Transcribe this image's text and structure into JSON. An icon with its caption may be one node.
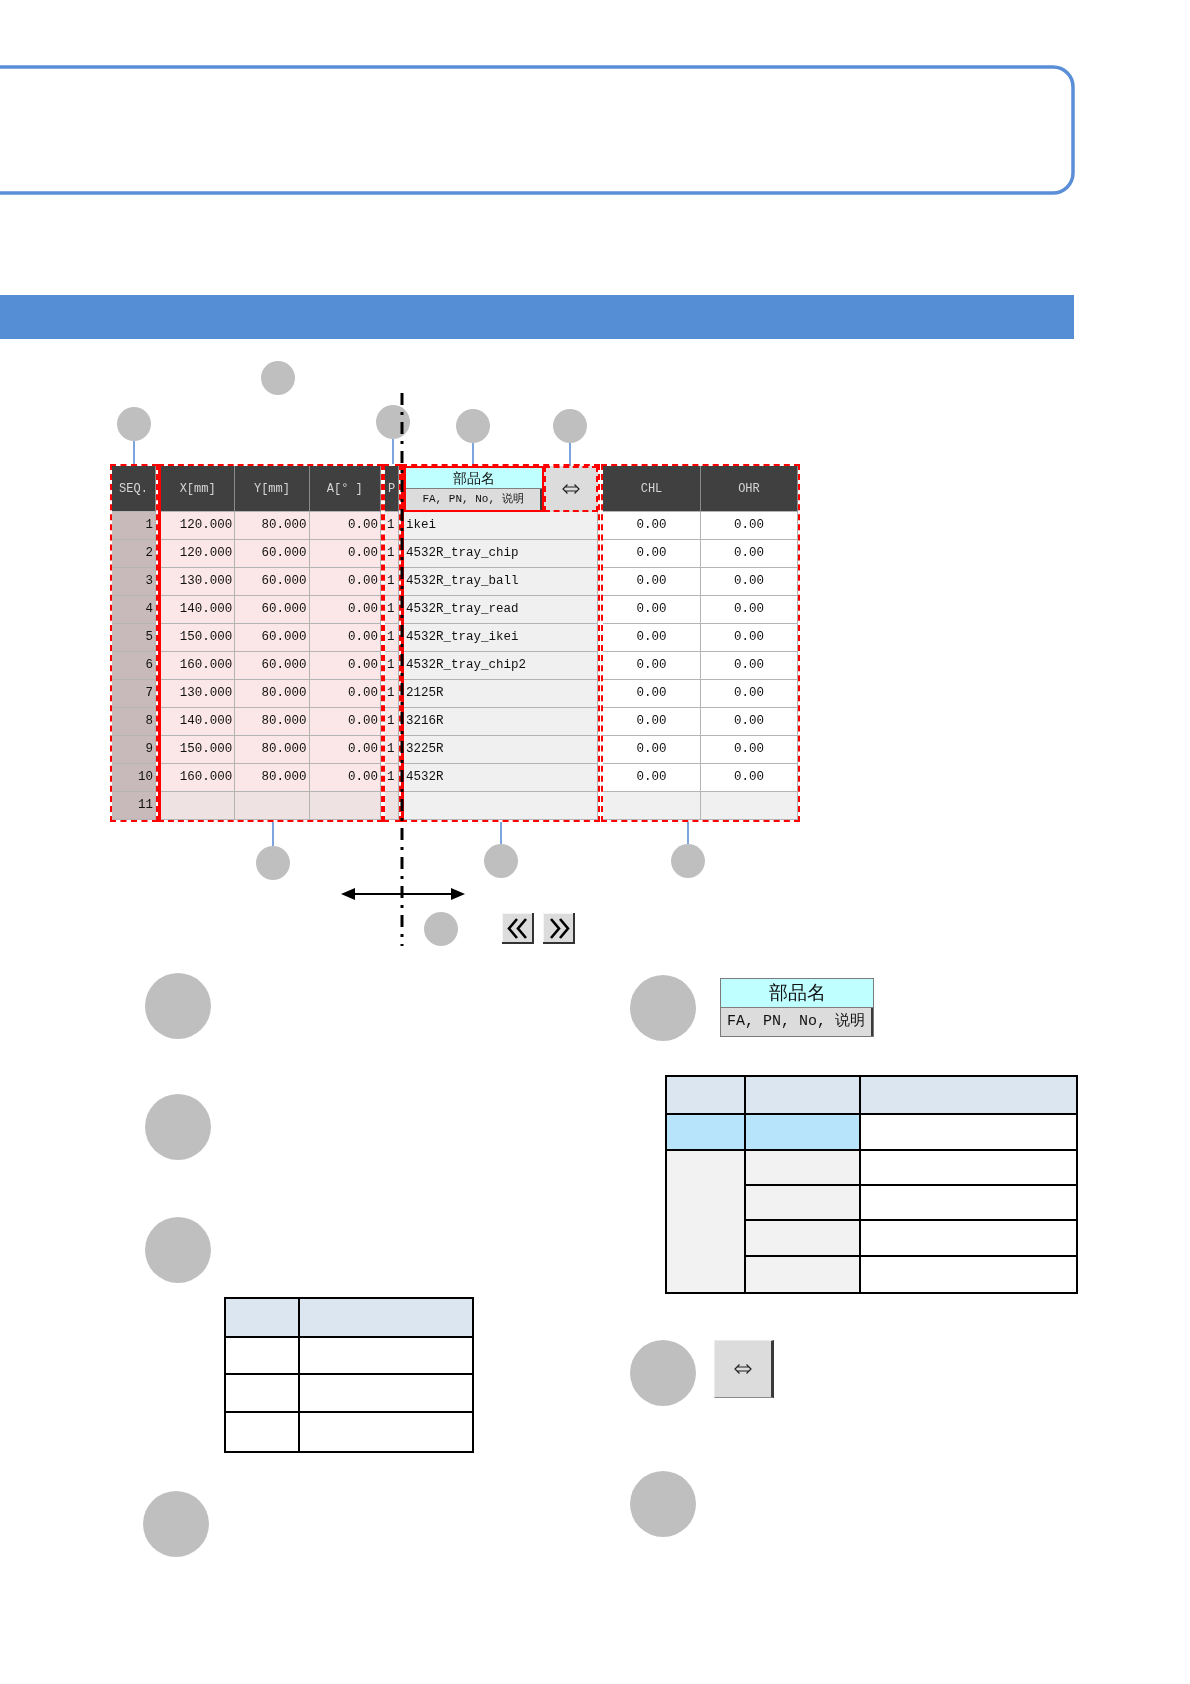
{
  "diagram": {
    "nodes": [
      {
        "text": [],
        "shape": "circle"
      },
      {
        "text": [],
        "shape": "circle"
      },
      {
        "text": [],
        "shape": "circle"
      },
      {
        "text": [],
        "shape": "circle"
      },
      {
        "text": [],
        "shape": "circle"
      },
      {
        "text": [
          "SEQ.",
          "1",
          "2",
          "3",
          "4",
          "5",
          "6",
          "7",
          "8",
          "9",
          "10",
          "11"
        ]
      },
      {
        "text": [
          "X[mm]",
          "Y[mm]",
          "A[° ]",
          "120.000",
          "80.000",
          "0.00",
          "120.000",
          "60.000",
          "0.00",
          "130.000",
          "60.000",
          "0.00",
          "140.000",
          "60.000",
          "0.00",
          "150.000",
          "60.000",
          "0.00",
          "160.000",
          "60.000",
          "0.00",
          "130.000",
          "80.000",
          "0.00",
          "140.000",
          "80.000",
          "0.00",
          "150.000",
          "80.000",
          "0.00",
          "160.000",
          "80.000",
          "0.00"
        ]
      },
      {
        "text": [
          "P",
          "1",
          "1",
          "1",
          "1",
          "1",
          "1",
          "1",
          "1",
          "1",
          "1"
        ]
      },
      {
        "text": [
          "ikei",
          "4532R_tray_chip",
          "4532R_tray_ball",
          "4532R_tray_read",
          "4532R_tray_ikei",
          "4532R_tray_chip2",
          "2125R",
          "3216R",
          "3225R",
          "4532R"
        ]
      },
      {
        "text": [
          "部品名",
          "FA, PN, No, 说明"
        ],
        "in": 8
      },
      {
        "text": [],
        "shape": "box",
        "in": 8
      },
      {
        "text": [
          "CHL",
          "OHR",
          "0.00",
          "0.00",
          "0.00",
          "0.00",
          "0.00",
          "0.00",
          "0.00",
          "0.00",
          "0.00",
          "0.00",
          "0.00",
          "0.00",
          "0.00",
          "0.00",
          "0.00",
          "0.00",
          "0.00",
          "0.00",
          "0.00",
          "0.00"
        ]
      },
      {
        "text": [],
        "shape": "circle"
      },
      {
        "text": [],
        "shape": "circle"
      },
      {
        "text": [],
        "shape": "circle"
      },
      {
        "text": [],
        "shape": "circle"
      },
      {
        "text": [],
        "shape": "circle"
      },
      {
        "text": [],
        "shape": "circle"
      },
      {
        "text": [],
        "shape": "circle"
      },
      {
        "text": [],
        "shape": "circle"
      },
      {
        "text": [],
        "shape": "circle"
      },
      {
        "text": [
          "部品名",
          "FA, PN, No, 说明"
        ]
      },
      {
        "text": [],
        "shape": "circle"
      },
      {
        "text": [],
        "shape": "box"
      },
      {
        "text": [],
        "shape": "circle"
      }
    ],
    "edges": [
      {
        "from": 1,
        "to": 5,
        "arrow": "none"
      },
      {
        "from": 2,
        "to": 7,
        "arrow": "none"
      },
      {
        "from": 3,
        "to": 9,
        "arrow": "none"
      },
      {
        "from": 4,
        "to": 10,
        "arrow": "none"
      },
      {
        "from": 12,
        "to": 6,
        "arrow": "none"
      },
      {
        "from": 13,
        "to": 8,
        "arrow": "none"
      },
      {
        "from": 14,
        "to": 11,
        "arrow": "none"
      }
    ]
  }
}
